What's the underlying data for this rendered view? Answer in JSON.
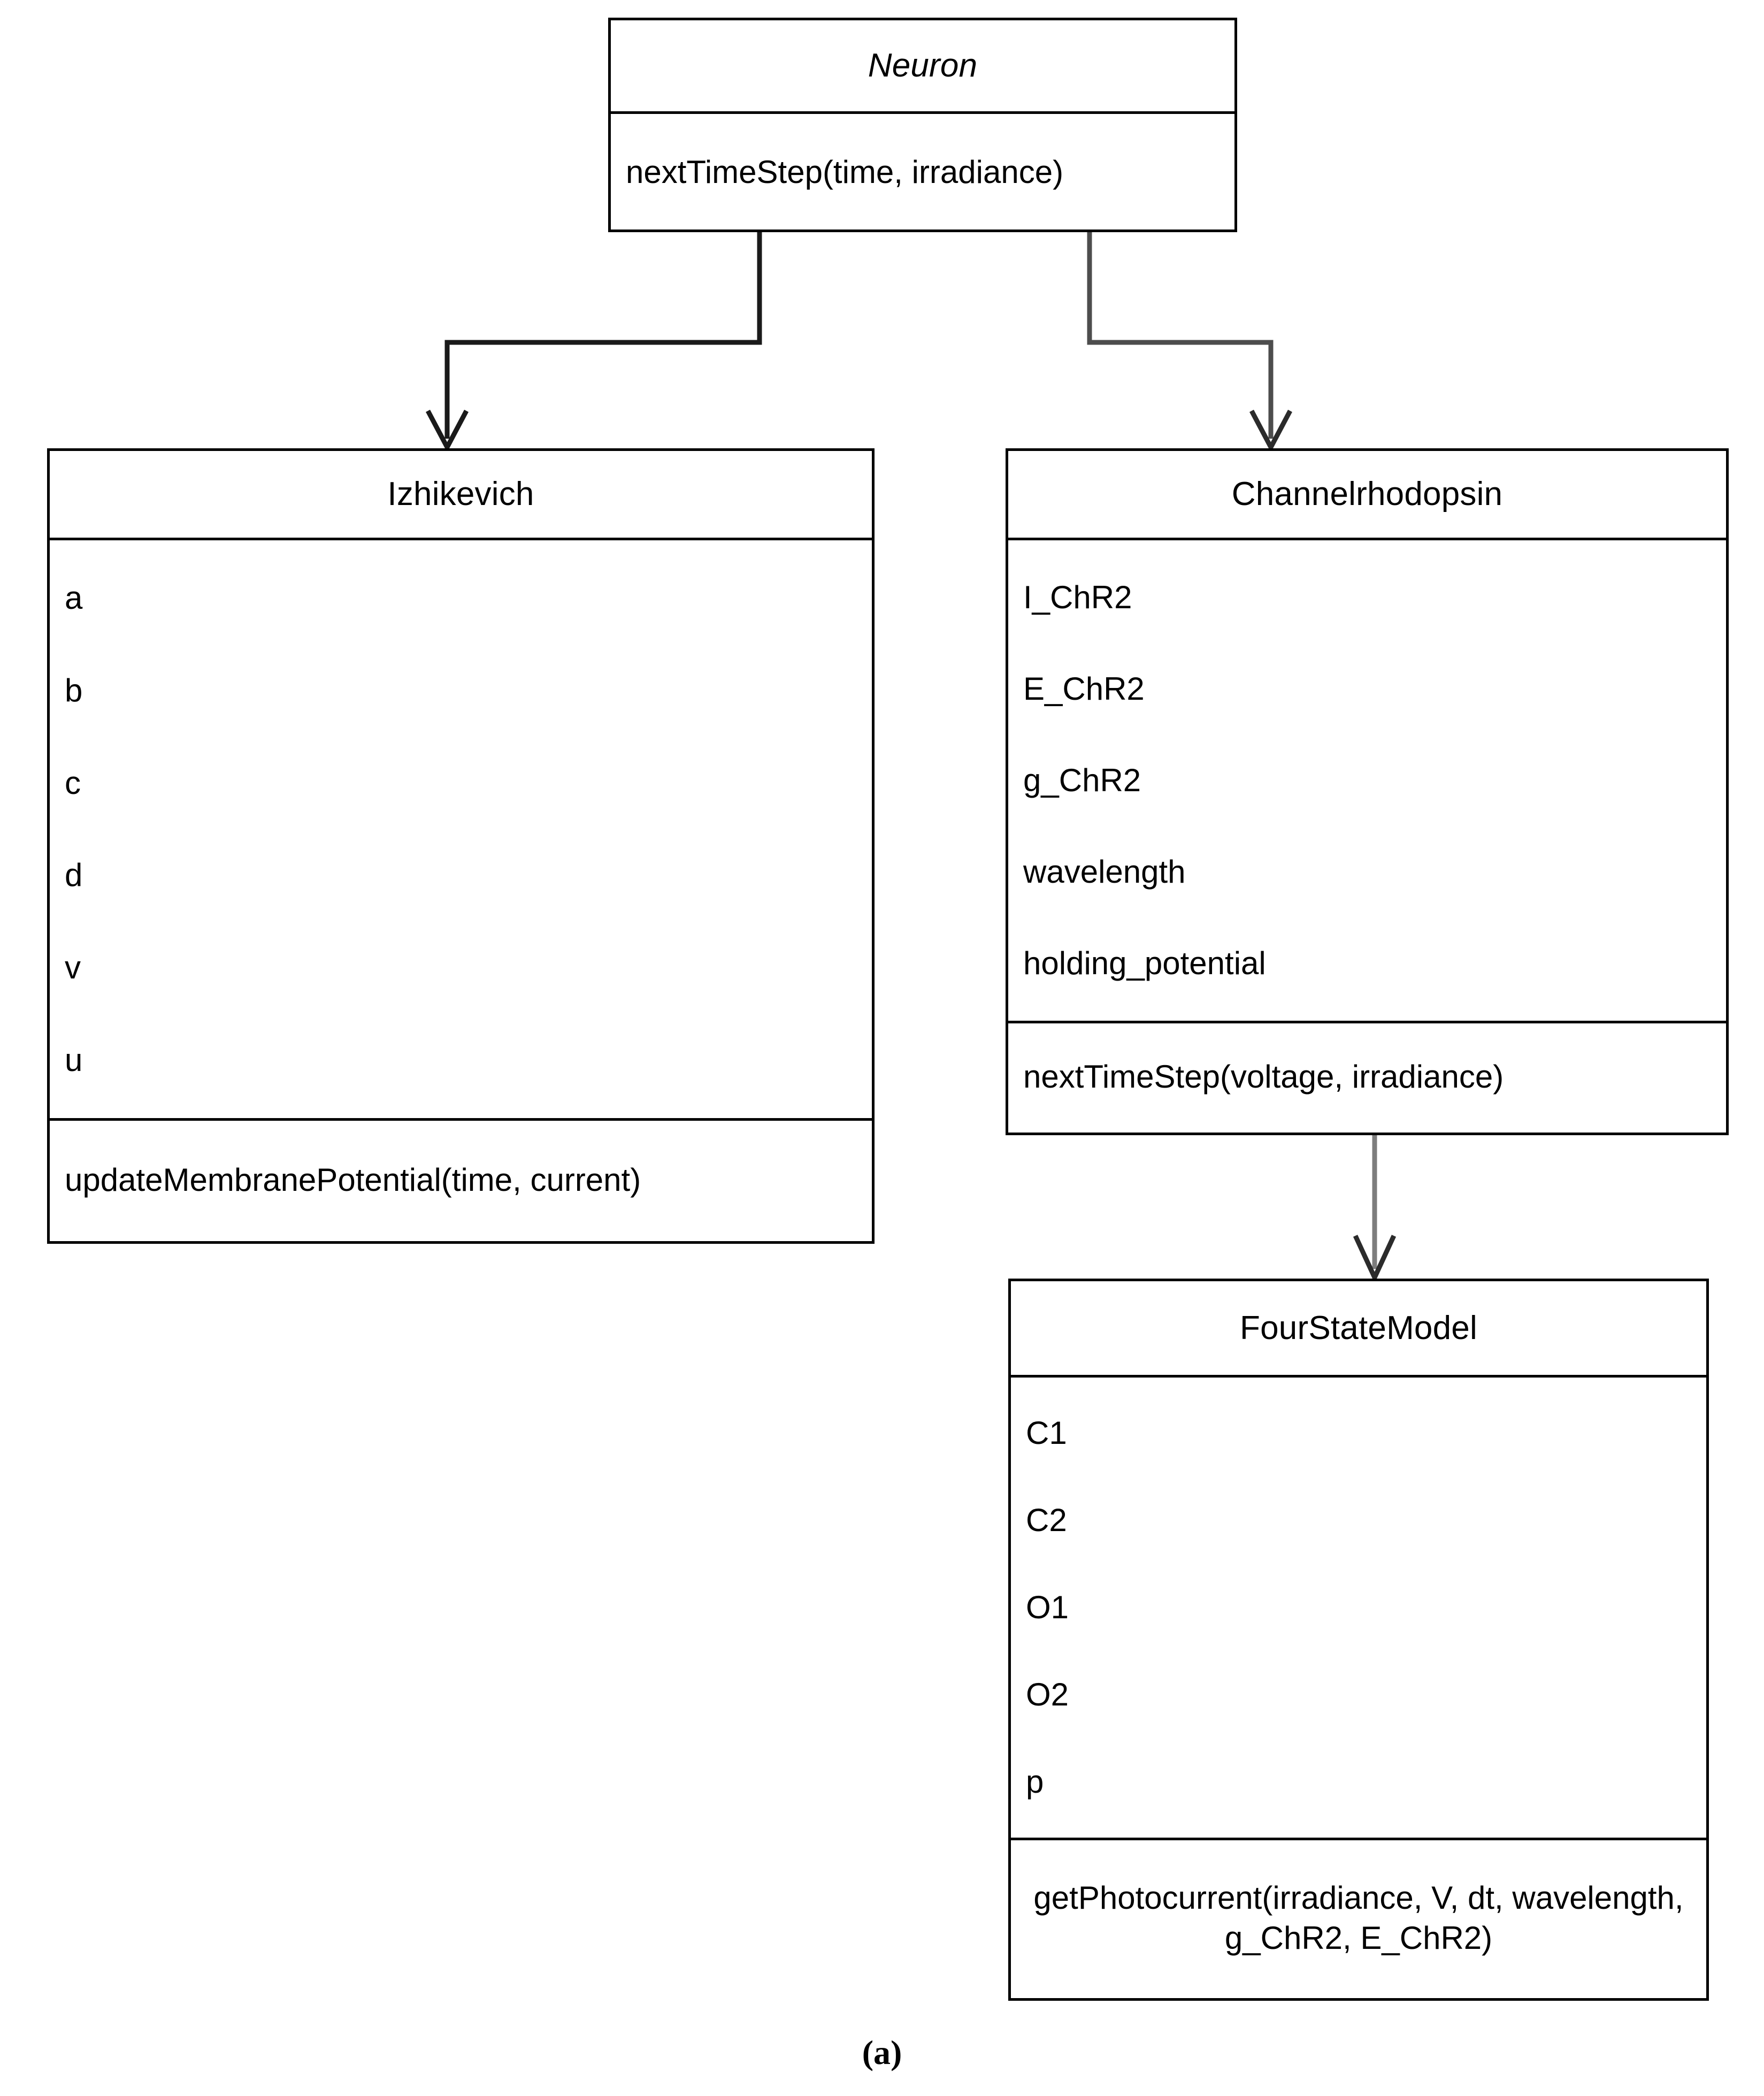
{
  "diagram": {
    "type": "uml-class-diagram",
    "caption": "(a)",
    "classes": [
      {
        "id": "neuron",
        "name": "Neuron",
        "abstract": true,
        "attributes": [],
        "methods": [
          "nextTimeStep(time, irradiance)"
        ]
      },
      {
        "id": "izhikevich",
        "name": "Izhikevich",
        "abstract": false,
        "attributes": [
          "a",
          "b",
          "c",
          "d",
          "v",
          "u"
        ],
        "methods": [
          "updateMembranePotential(time, current)"
        ]
      },
      {
        "id": "channelrhodopsin",
        "name": "Channelrhodopsin",
        "abstract": false,
        "attributes": [
          "I_ChR2",
          "E_ChR2",
          "g_ChR2",
          "wavelength",
          "holding_potential"
        ],
        "methods": [
          "nextTimeStep(voltage, irradiance)"
        ]
      },
      {
        "id": "fourstatemodel",
        "name": "FourStateModel",
        "abstract": false,
        "attributes": [
          "C1",
          "C2",
          "O1",
          "O2",
          "p"
        ],
        "methods": [
          "getPhotocurrent(irradiance, V, dt, wavelength, g_ChR2, E_ChR2)"
        ]
      }
    ],
    "relations": [
      {
        "from": "neuron",
        "to": "izhikevich",
        "kind": "generalization",
        "arrow": "open-arrow"
      },
      {
        "from": "neuron",
        "to": "channelrhodopsin",
        "kind": "generalization",
        "arrow": "open-arrow"
      },
      {
        "from": "channelrhodopsin",
        "to": "fourstatemodel",
        "kind": "association",
        "arrow": "open-arrow"
      }
    ],
    "colors": {
      "background": "#ffffff",
      "box_border": "#000000",
      "text": "#000000",
      "edge_dark": "#1a1a1a",
      "edge_gray": "#7d7d7d"
    }
  }
}
